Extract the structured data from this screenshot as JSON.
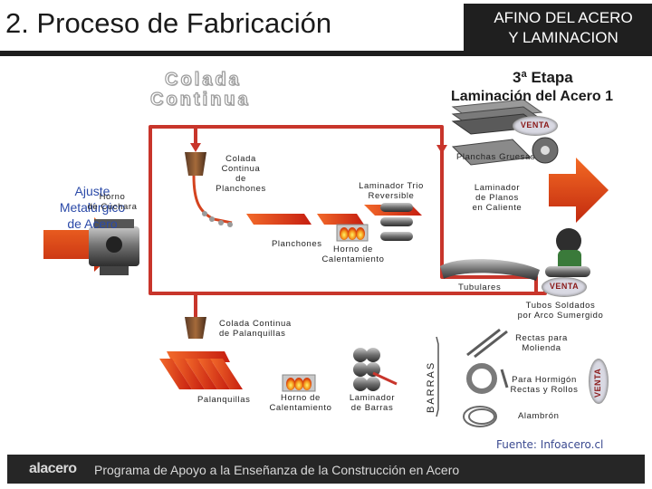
{
  "header": {
    "title": "2. Proceso de Fabricación",
    "right_line1": "AFINO DEL ACERO",
    "right_line2": "Y LAMINACION"
  },
  "diagram": {
    "colada_title_line1": "Colada",
    "colada_title_line2": "Continua",
    "stage_line1": "3ª Etapa",
    "stage_line2": "Laminación del Acero 1",
    "ajuste_line1": "Ajuste",
    "ajuste_line2": "Metalúrgico",
    "ajuste_line3": "de Acero",
    "labels": {
      "horno_cuchara_1": "Horno",
      "horno_cuchara_2": "de Cuchara",
      "colada_planchones_1": "Colada",
      "colada_planchones_2": "Continua",
      "colada_planchones_3": "de",
      "colada_planchones_4": "Planchones",
      "laminador_trio_1": "Laminador Trio",
      "laminador_trio_2": "Reversible",
      "planchones": "Planchones",
      "horno_cal_1a": "Horno de",
      "horno_cal_1b": "Calentamiento",
      "planchas_gruesas": "Planchas Gruesas",
      "laminador_planos_1": "Laminador",
      "laminador_planos_2": "de Planos",
      "laminador_planos_3": "en Caliente",
      "tubulares": "Tubulares",
      "tubos_soldados_1": "Tubos Soldados",
      "tubos_soldados_2": "por Arco Sumergido",
      "colada_palanquillas_1": "Colada Continua",
      "colada_palanquillas_2": "de Palanquillas",
      "palanquillas": "Palanquillas",
      "horno_cal_2a": "Horno de",
      "horno_cal_2b": "Calentamiento",
      "laminador_barras_1": "Laminador",
      "laminador_barras_2": "de Barras",
      "barras": "BARRAS",
      "rectas_1": "Rectas para",
      "rectas_2": "Molienda",
      "hormigon_1": "Para Hormigón",
      "hormigon_2": "Rectas y Rollos",
      "alambron": "Alambrón"
    },
    "venta": "VENTA",
    "source": "Fuente: Infoacero.cl"
  },
  "footer": {
    "logo": "alacero",
    "program": "Programa de Apoyo a la Enseñanza de la Construcción en Acero"
  },
  "colors": {
    "flow_red": "#c8352b",
    "arrow_orange": "#e8451c",
    "header_dark": "#1f1f1f",
    "ajuste_blue": "#2b4aa8"
  }
}
